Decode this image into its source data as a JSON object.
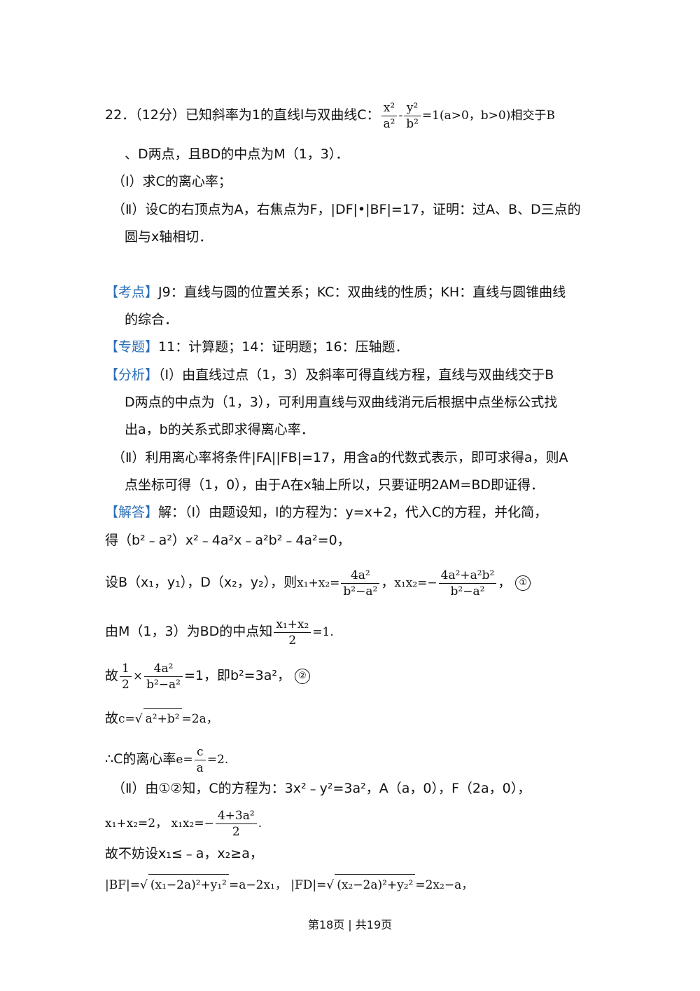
{
  "problem": {
    "line1": {
      "prefix": "22．（12分）已知斜率为1的直线l与双曲线C：",
      "eq_frac1_num": "x²",
      "eq_frac1_den": "a²",
      "eq_minus": "-",
      "eq_frac2_num": "y²",
      "eq_frac2_den": "b²",
      "eq_tail": "=1(a>0，b>0)相交于B"
    },
    "line2": "、D两点，且BD的中点为M（1，3）．",
    "part1": "（Ⅰ）求C的离心率；",
    "part2": "（Ⅱ）设C的右顶点为A，右焦点为F，|DF|•|BF|=17，证明：过A、B、D三点的",
    "part2_cont": "圆与x轴相切．"
  },
  "kaodian": {
    "tag": "【考点】",
    "text": "J9：直线与圆的位置关系；KC：双曲线的性质；KH：直线与圆锥曲线",
    "cont": "的综合．"
  },
  "zhuanti": {
    "tag": "【专题】",
    "text": "11：计算题；14：证明题；16：压轴题．"
  },
  "fenxi": {
    "tag": "【分析】",
    "text": "（Ⅰ）由直线过点（1，3）及斜率可得直线方程，直线与双曲线交于B",
    "cont1": "D两点的中点为（1，3），可利用直线与双曲线消元后根据中点坐标公式找",
    "cont2": "出a，b的关系式即求得离心率．",
    "part2": "（Ⅱ）利用离心率将条件|FA||FB|=17，用含a的代数式表示，即可求得a，则A",
    "part2_cont": "点坐标可得（1，0），由于A在x轴上所以，只要证明2AM=BD即证得．"
  },
  "jieda": {
    "tag": "【解答】",
    "text": "解：（Ⅰ）由题设知，l的方程为：y=x+2，代入C的方程，并化简，",
    "line2": "得（b²﹣a²）x²﹣4a²x﹣a²b²﹣4a²=0，",
    "line3_prefix": "设B（x₁，y₁），D（x₂，y₂），则",
    "line3_sum_lhs": "x₁+x₂=",
    "line3_sum_num": "4a²",
    "line3_sum_den": "b²−a²",
    "line3_sep": "，",
    "line3_prod_lhs": "x₁x₂=−",
    "line3_prod_num": "4a²+a²b²",
    "line3_prod_den": "b²−a²",
    "line3_tail": "，",
    "circle1": "①",
    "line4_prefix": "由M（1，3）为BD的中点知",
    "line4_num": "x₁+x₂",
    "line4_den": "2",
    "line4_tail": "=1.",
    "line5_prefix": "故",
    "line5_half_num": "1",
    "line5_half_den": "2",
    "line5_times": "×",
    "line5_num": "4a²",
    "line5_den": "b²−a²",
    "line5_tail": "=1，即b²=3a²，",
    "circle2": "②",
    "line6_prefix": "故",
    "line6_c": "c=",
    "line6_sqrt": "a²+b²",
    "line6_tail": "=2a，",
    "line7_prefix": "∴C的离心率",
    "line7_e": "e=",
    "line7_num": "c",
    "line7_den": "a",
    "line7_tail": "=2.",
    "line8": "（Ⅱ）由①②知，C的方程为：3x²﹣y²=3a²，A（a，0），F（2a，0），",
    "line9_sum": "x₁+x₂=2，",
    "line9_prod": "x₁x₂=−",
    "line9_num": "4+3a²",
    "line9_den": "2",
    "line9_tail": ".",
    "line10": "故不妨设x₁≤﹣a，x₂≥a，",
    "line11_bf": "|BF|=",
    "line11_bf_sqrt": "(x₁−2a)²+y₁²",
    "line11_bf_tail": "=a−2x₁，",
    "line11_fd": "|FD|=",
    "line11_fd_sqrt": "(x₂−2a)²+y₂²",
    "line11_fd_tail": "=2x₂−a，"
  },
  "footer": "第18页 | 共19页"
}
